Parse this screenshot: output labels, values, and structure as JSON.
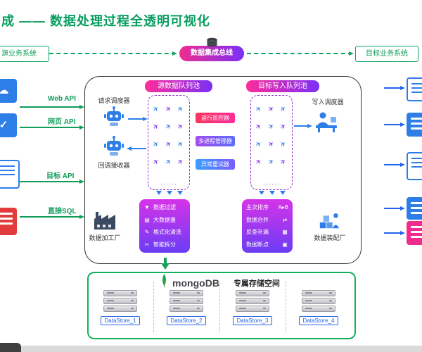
{
  "title": "成 —— 数据处理过程全透明可视化",
  "top_bar": {
    "source_system": "源业务系统",
    "bus_label": "数据集成总线",
    "target_system": "目标业务系统"
  },
  "api_labels": [
    "Web API",
    "网页 API",
    "目标 API",
    "直接SQL"
  ],
  "pipeline": {
    "source_queue_title": "源数据队列池",
    "target_queue_title": "目标写入队列池",
    "request_scheduler": "请求调度器",
    "callback_receiver": "回调接收器",
    "write_scheduler": "写入调度器",
    "monitors": [
      "运行监控器",
      "多进程管理器",
      "异常重试器"
    ],
    "queue_ellipsis": "······",
    "left_factory": "数据加工厂",
    "right_factory": "数据装配厂",
    "process_left": [
      {
        "icon": "▼",
        "label": "数据过滤"
      },
      {
        "icon": "▤",
        "label": "大数据量"
      },
      {
        "icon": "✎",
        "label": "格式化清洗"
      },
      {
        "icon": "✂",
        "label": "智能拆分"
      }
    ],
    "process_right": [
      {
        "icon": "A▸B",
        "label": "主次排序"
      },
      {
        "icon": "⇄",
        "label": "数据合并"
      },
      {
        "icon": "▦",
        "label": "反查补漏"
      },
      {
        "icon": "▣",
        "label": "数据断点"
      }
    ]
  },
  "storage": {
    "brand": "mongoDB",
    "label": "专属存储空间",
    "datastores": [
      "DataStore_1",
      "DataStore_2",
      "DataStore_3",
      "DataStore_4"
    ]
  },
  "colors": {
    "green": "#0f9d58",
    "blue": "#2563eb",
    "purple": "#7c3aed",
    "magenta": "#ef2d8e",
    "mongo_green": "#12b15e"
  }
}
